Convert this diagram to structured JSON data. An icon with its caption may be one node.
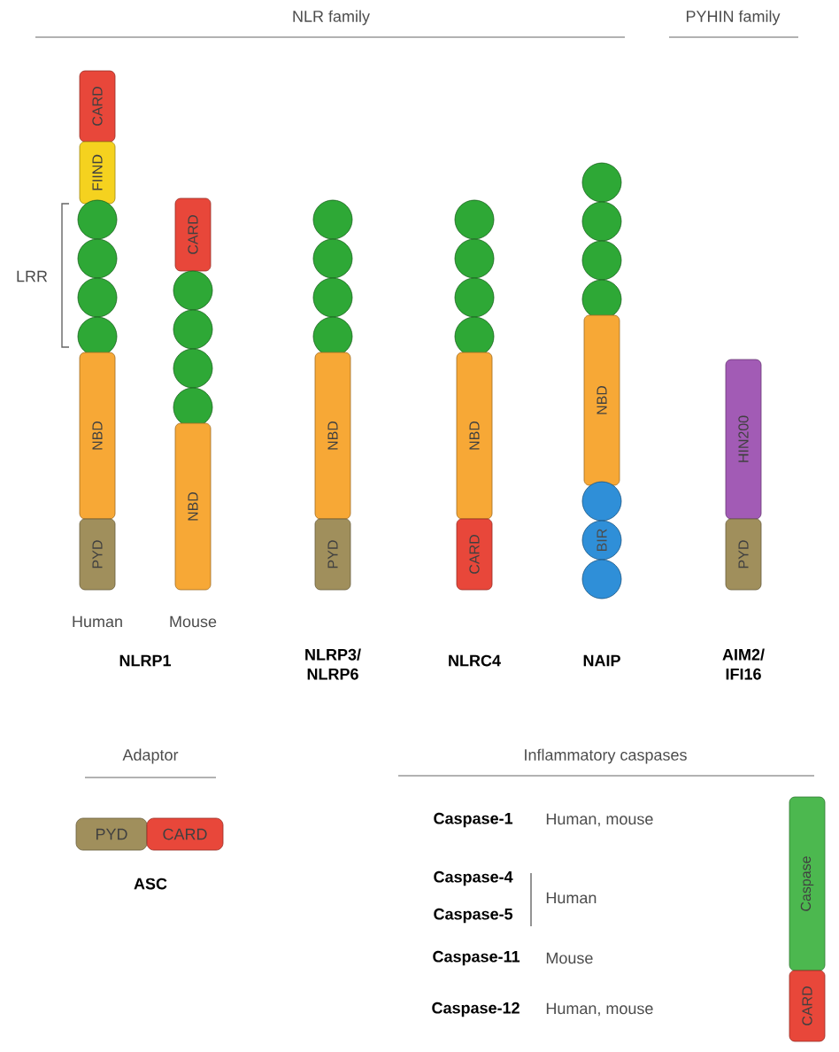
{
  "diagram": {
    "nodes": [
      {
        "text": [
          "CARD"
        ]
      },
      {
        "text": [
          "FIIND"
        ]
      },
      {
        "text": [],
        "shape": "circle"
      },
      {
        "text": [],
        "shape": "circle"
      },
      {
        "text": [],
        "shape": "circle"
      },
      {
        "text": [],
        "shape": "circle"
      },
      {
        "text": [
          "NBD"
        ]
      },
      {
        "text": [
          "PYD"
        ]
      },
      {
        "text": [
          "CARD"
        ]
      },
      {
        "text": [],
        "shape": "circle"
      },
      {
        "text": [],
        "shape": "circle"
      },
      {
        "text": [],
        "shape": "circle"
      },
      {
        "text": [],
        "shape": "circle"
      },
      {
        "text": [
          "NBD"
        ]
      },
      {
        "text": [],
        "shape": "circle"
      },
      {
        "text": [],
        "shape": "circle"
      },
      {
        "text": [],
        "shape": "circle"
      },
      {
        "text": [],
        "shape": "circle"
      },
      {
        "text": [
          "NBD"
        ]
      },
      {
        "text": [
          "PYD"
        ]
      },
      {
        "text": [],
        "shape": "circle"
      },
      {
        "text": [],
        "shape": "circle"
      },
      {
        "text": [],
        "shape": "circle"
      },
      {
        "text": [],
        "shape": "circle"
      },
      {
        "text": [
          "NBD"
        ]
      },
      {
        "text": [
          "CARD"
        ]
      },
      {
        "text": [],
        "shape": "circle"
      },
      {
        "text": [],
        "shape": "circle"
      },
      {
        "text": [],
        "shape": "circle"
      },
      {
        "text": [],
        "shape": "circle"
      },
      {
        "text": [
          "NBD"
        ]
      },
      {
        "text": [],
        "shape": "circle"
      },
      {
        "text": [
          "BIR"
        ]
      },
      {
        "text": [],
        "shape": "circle"
      },
      {
        "text": [
          "HIN200"
        ]
      },
      {
        "text": [
          "PYD"
        ]
      },
      {
        "text": [
          "PYD"
        ]
      },
      {
        "text": [
          "CARD"
        ]
      },
      {
        "text": [
          "Caspase"
        ]
      },
      {
        "text": [
          "CARD"
        ]
      }
    ],
    "labels": [
      "NLR family",
      "PYHIN family",
      "LRR",
      "Human",
      "Mouse",
      "NLRP1",
      "NLRP3/ NLRP6",
      "NLRC4",
      "NAIP",
      "AIM2/ IFI16",
      "Adaptor",
      "ASC",
      "Inflammatory caspases",
      "Caspase-1",
      "Human, mouse",
      "Caspase-4",
      "Caspase-5",
      "Human",
      "Caspase-11",
      "Mouse",
      "Caspase-12",
      "Human, mouse"
    ]
  }
}
